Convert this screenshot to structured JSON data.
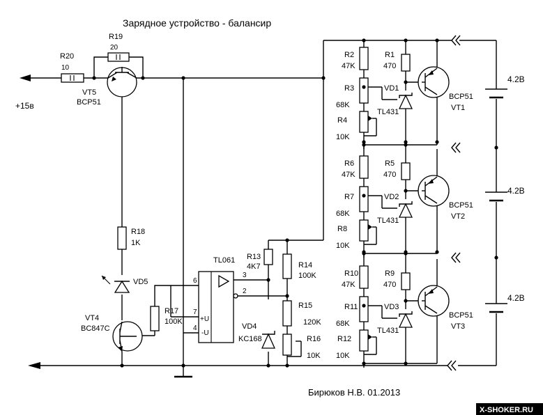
{
  "title": "Зарядное устройство - балансир",
  "author": "Бирюков Н.В.  01.2013",
  "watermark": "X-SHOKER.RU",
  "supply": "+15в",
  "input_stage": {
    "r20": {
      "ref": "R20",
      "value": "10"
    },
    "r19": {
      "ref": "R19",
      "value": "20"
    },
    "vt5": {
      "ref": "VT5",
      "part": "BCP51"
    },
    "r18": {
      "ref": "R18",
      "value": "1K"
    },
    "vd5": {
      "ref": "VD5"
    },
    "vt4": {
      "ref": "VT4",
      "part": "BC847C"
    },
    "r17": {
      "ref": "R17",
      "value": "100K"
    }
  },
  "opamp": {
    "ref": "TL061",
    "pin6": "6",
    "pin7": "7",
    "pin4": "4",
    "pin3": "3",
    "pin2": "2",
    "plus_u": "+U",
    "minus_u": "-U"
  },
  "reference": {
    "r13": {
      "ref": "R13",
      "value": "4K7"
    },
    "r14": {
      "ref": "R14",
      "value": "100K"
    },
    "r15": {
      "ref": "R15",
      "value": "120K"
    },
    "r16": {
      "ref": "R16",
      "value": "10K"
    },
    "vd4": {
      "ref": "VD4",
      "part": "KC168"
    }
  },
  "cells": [
    {
      "r_top": "R2",
      "r_top_v": "47K",
      "r_mid": "R3",
      "r_mid_v": "68K",
      "r_pot": "R4",
      "r_pot_v": "10K",
      "r_col": "R1",
      "r_col_v": "470",
      "vd": "VD1",
      "shunt": "TL431",
      "part": "BCP51",
      "vt": "VT1",
      "voltage": "4.2В"
    },
    {
      "r_top": "R6",
      "r_top_v": "47K",
      "r_mid": "R7",
      "r_mid_v": "68K",
      "r_pot": "R8",
      "r_pot_v": "10K",
      "r_col": "R5",
      "r_col_v": "470",
      "vd": "VD2",
      "shunt": "TL431",
      "part": "BCP51",
      "vt": "VT2",
      "voltage": "4.2В"
    },
    {
      "r_top": "R10",
      "r_top_v": "47K",
      "r_mid": "R11",
      "r_mid_v": "68K",
      "r_pot": "R12",
      "r_pot_v": "10K",
      "r_col": "R9",
      "r_col_v": "470",
      "vd": "VD3",
      "shunt": "TL431",
      "part": "BCP51",
      "vt": "VT3",
      "voltage": "4.2В"
    }
  ]
}
